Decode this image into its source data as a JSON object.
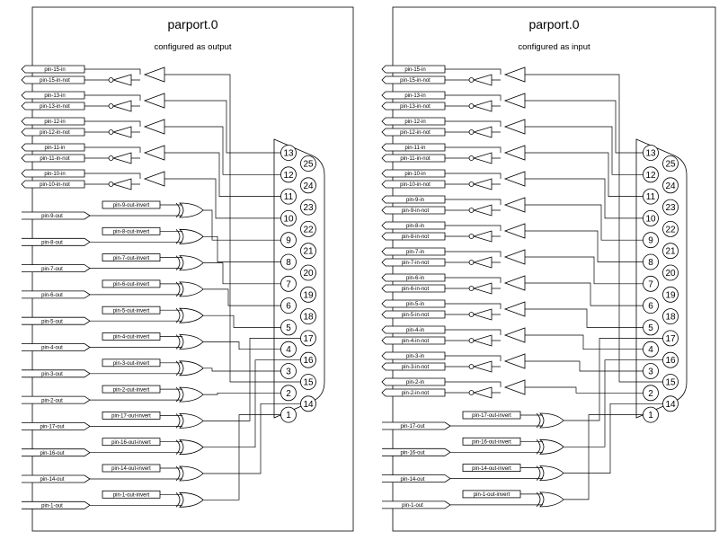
{
  "panels": [
    {
      "title": "parport.0",
      "subtitle": "configured as output",
      "input_pairs": [
        {
          "pin": 15,
          "a": "pin-15-in",
          "b": "pin-15-in-not"
        },
        {
          "pin": 13,
          "a": "pin-13-in",
          "b": "pin-13-in-not"
        },
        {
          "pin": 12,
          "a": "pin-12-in",
          "b": "pin-12-in-not"
        },
        {
          "pin": 11,
          "a": "pin-11-in",
          "b": "pin-11-in-not"
        },
        {
          "pin": 10,
          "a": "pin-10-in",
          "b": "pin-10-in-not"
        }
      ],
      "outputs": [
        {
          "pin": 9,
          "label": "pin-9-out",
          "invert": "pin-9-out-invert"
        },
        {
          "pin": 8,
          "label": "pin-8-out",
          "invert": "pin-8-out-invert"
        },
        {
          "pin": 7,
          "label": "pin-7-out",
          "invert": "pin-7-out-invert"
        },
        {
          "pin": 6,
          "label": "pin-6-out",
          "invert": "pin-6-out-invert"
        },
        {
          "pin": 5,
          "label": "pin-5-out",
          "invert": "pin-5-out-invert"
        },
        {
          "pin": 4,
          "label": "pin-4-out",
          "invert": "pin-4-out-invert"
        },
        {
          "pin": 3,
          "label": "pin-3-out",
          "invert": "pin-3-out-invert"
        },
        {
          "pin": 2,
          "label": "pin-2-out",
          "invert": "pin-2-out-invert"
        },
        {
          "pin": 17,
          "label": "pin-17-out",
          "invert": "pin-17-out-invert"
        },
        {
          "pin": 16,
          "label": "pin-16-out",
          "invert": "pin-16-out-invert"
        },
        {
          "pin": 14,
          "label": "pin-14-out",
          "invert": "pin-14-out-invert"
        },
        {
          "pin": 1,
          "label": "pin-1-out",
          "invert": "pin-1-out-invert"
        }
      ]
    },
    {
      "title": "parport.0",
      "subtitle": "configured as input",
      "input_pairs": [
        {
          "pin": 15,
          "a": "pin-15-in",
          "b": "pin-15-in-not"
        },
        {
          "pin": 13,
          "a": "pin-13-in",
          "b": "pin-13-in-not"
        },
        {
          "pin": 12,
          "a": "pin-12-in",
          "b": "pin-12-in-not"
        },
        {
          "pin": 11,
          "a": "pin-11-in",
          "b": "pin-11-in-not"
        },
        {
          "pin": 10,
          "a": "pin-10-in",
          "b": "pin-10-in-not"
        },
        {
          "pin": 9,
          "a": "pin-9-in",
          "b": "pin-9-in-not"
        },
        {
          "pin": 8,
          "a": "pin-8-in",
          "b": "pin-8-in-not"
        },
        {
          "pin": 7,
          "a": "pin-7-in",
          "b": "pin-7-in-not"
        },
        {
          "pin": 6,
          "a": "pin-6-in",
          "b": "pin-6-in-not"
        },
        {
          "pin": 5,
          "a": "pin-5-in",
          "b": "pin-5-in-not"
        },
        {
          "pin": 4,
          "a": "pin-4-in",
          "b": "pin-4-in-not"
        },
        {
          "pin": 3,
          "a": "pin-3-in",
          "b": "pin-3-in-not"
        },
        {
          "pin": 2,
          "a": "pin-2-in",
          "b": "pin-2-in-not"
        }
      ],
      "outputs": [
        {
          "pin": 17,
          "label": "pin-17-out",
          "invert": "pin-17-out-invert"
        },
        {
          "pin": 16,
          "label": "pin-16-out",
          "invert": "pin-16-out-invert"
        },
        {
          "pin": 14,
          "label": "pin-14-out",
          "invert": "pin-14-out-invert"
        },
        {
          "pin": 1,
          "label": "pin-1-out",
          "invert": "pin-1-out-invert"
        }
      ]
    }
  ],
  "connector": {
    "row_top": [
      "13",
      "12",
      "11",
      "10",
      "9",
      "8",
      "7",
      "6",
      "5",
      "4",
      "3",
      "2",
      "1"
    ],
    "row_bottom": [
      "25",
      "24",
      "23",
      "22",
      "21",
      "20",
      "19",
      "18",
      "17",
      "16",
      "15",
      "14"
    ]
  }
}
